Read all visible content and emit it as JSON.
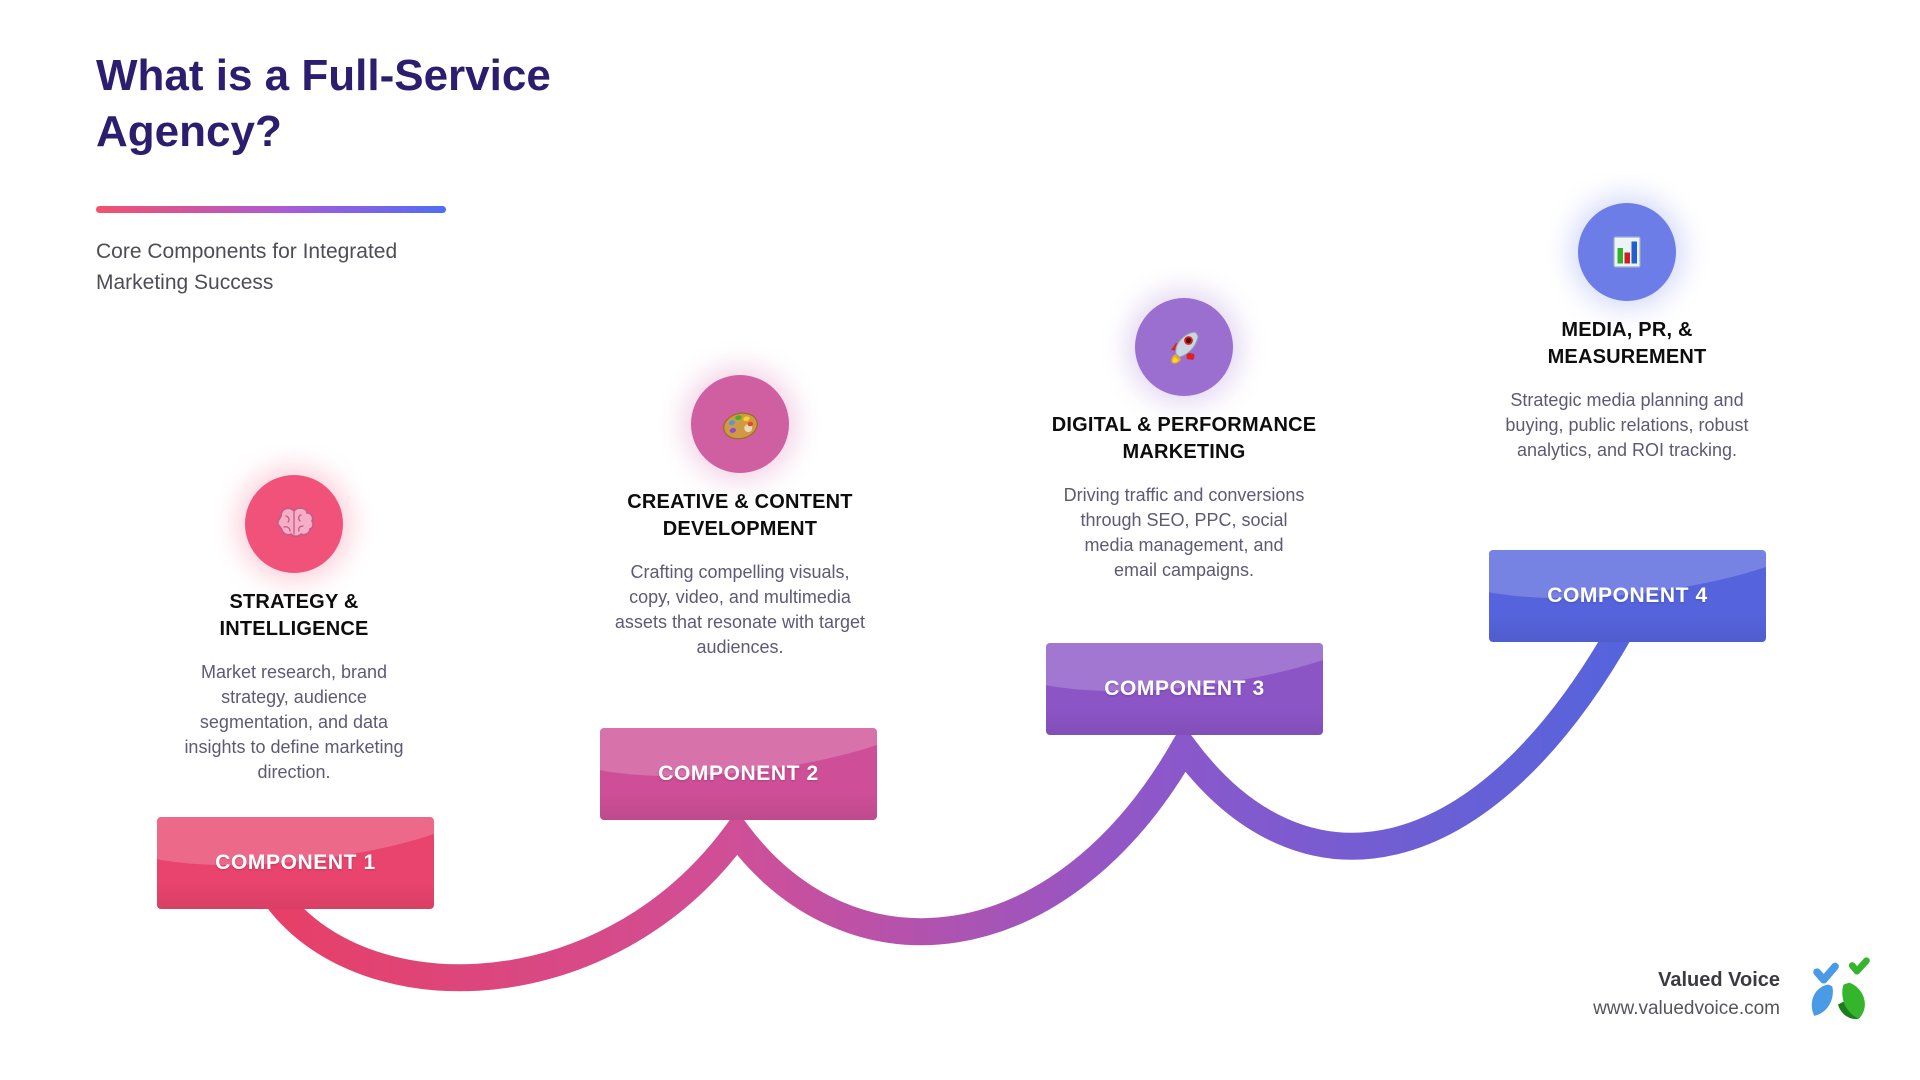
{
  "header": {
    "title_line1": "What is a Full-Service",
    "title_line2": "Agency?",
    "subtitle": "Core Components for Integrated Marketing Success"
  },
  "accent": {
    "underline_gradient": [
      "#f4506c",
      "#a95bd6",
      "#4e6cf5"
    ],
    "ribbon_gradient": [
      "#e73f66",
      "#cf4f98",
      "#8e57c9",
      "#5564dc"
    ],
    "title_color": "#2d1d6e"
  },
  "components": [
    {
      "icon": "brain-icon",
      "title": "STRATEGY & INTELLIGENCE",
      "description": "Market research, brand strategy, audience segmentation, and data insights to define marketing direction.",
      "button_label": "COMPONENT 1",
      "colors": {
        "circle": "#f0527a",
        "glow": "rgba(240,82,122,0.28)",
        "button": "#e9446d"
      }
    },
    {
      "icon": "palette-icon",
      "title": "CREATIVE & CONTENT DEVELOPMENT",
      "description": "Crafting compelling visuals, copy, video, and multimedia assets that resonate with target audiences.",
      "button_label": "COMPONENT 2",
      "colors": {
        "circle": "#d05fa2",
        "glow": "rgba(208,95,162,0.28)",
        "button": "#ce4f97"
      }
    },
    {
      "icon": "rocket-icon",
      "title": "DIGITAL & PERFORMANCE MARKETING",
      "description": "Driving traffic and conversions through SEO, PPC, social media management, and email campaigns.",
      "button_label": "COMPONENT 3",
      "colors": {
        "circle": "#9b6fd0",
        "glow": "rgba(155,111,208,0.28)",
        "button": "#8b55c6"
      }
    },
    {
      "icon": "bar-chart-icon",
      "title": "MEDIA, PR, & MEASUREMENT",
      "description": "Strategic media planning and buying, public relations, robust analytics, and ROI tracking.",
      "button_label": "COMPONENT 4",
      "colors": {
        "circle": "#6d7de8",
        "glow": "rgba(109,125,232,0.28)",
        "button": "#5564dc"
      }
    }
  ],
  "footer": {
    "brand": "Valued Voice",
    "website": "www.valuedvoice.com",
    "logo": "valued-voice-logo",
    "logo_colors": {
      "blue": "#4a9be6",
      "green": "#35b52c",
      "dark_green": "#1c7d1c"
    }
  }
}
